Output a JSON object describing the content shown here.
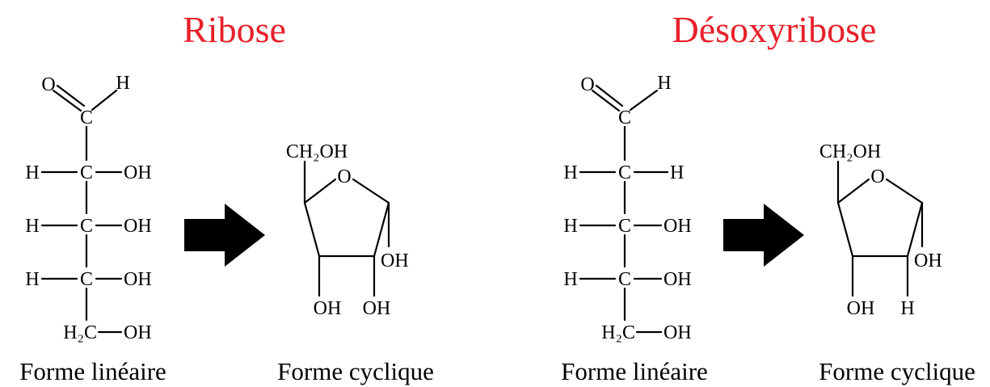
{
  "colors": {
    "title": "#e8202a",
    "structure": "#000000",
    "background": "#ffffff"
  },
  "ribose": {
    "title": "Ribose",
    "linear": {
      "top_O": "O",
      "top_H": "H",
      "C1": "C",
      "row2": {
        "left": "H",
        "C": "C",
        "right": "OH"
      },
      "row3": {
        "left": "H",
        "C": "C",
        "right": "OH"
      },
      "row4": {
        "left": "H",
        "C": "C",
        "right": "OH"
      },
      "row5": {
        "left": "H₂C",
        "right": "OH"
      },
      "caption": "Forme linéaire"
    },
    "cyclic": {
      "ch2oh": "CH₂OH",
      "ring_O": "O",
      "sub_c1": "OH",
      "sub_c2": "OH",
      "sub_c3": "OH",
      "caption": "Forme cyclique"
    }
  },
  "desoxyribose": {
    "title": "Désoxyribose",
    "linear": {
      "top_O": "O",
      "top_H": "H",
      "C1": "C",
      "row2": {
        "left": "H",
        "C": "C",
        "right": "H"
      },
      "row3": {
        "left": "H",
        "C": "C",
        "right": "OH"
      },
      "row4": {
        "left": "H",
        "C": "C",
        "right": "OH"
      },
      "row5": {
        "left": "H₂C",
        "right": "OH"
      },
      "caption": "Forme linéaire"
    },
    "cyclic": {
      "ch2oh": "CH₂OH",
      "ring_O": "O",
      "sub_c1": "OH",
      "sub_c2": "H",
      "sub_c3": "OH",
      "caption": "Forme cyclique"
    }
  }
}
